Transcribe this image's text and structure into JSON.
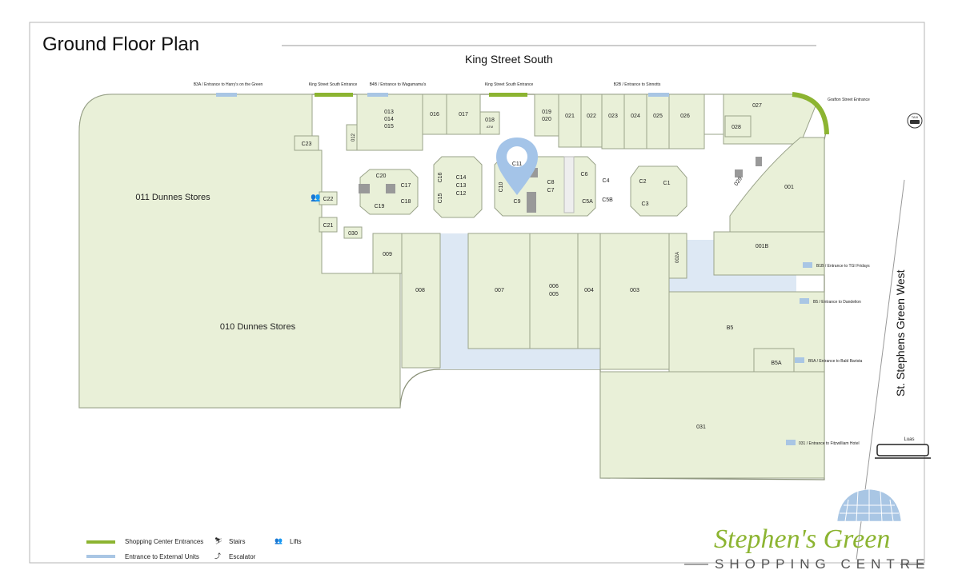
{
  "title": "Ground Floor Plan",
  "streets": {
    "north": "King Street South",
    "east": "St. Stephens Green West"
  },
  "entrances_top": [
    "B3A / Entrance to Harry's on the Green",
    "King Street South Entrance",
    "B4B / Entrance to Wagamama's",
    "King Street South Entrance",
    "B2B / Entrance to Sinnotts"
  ],
  "entrances_side": {
    "grafton": "Grafton Street Entrance",
    "tgi": "B1B / Entrance to TGI Fridays",
    "dandelion": "B5 / Entrance to Dandelion",
    "bald": "B5A / Entrance to Bald Barista",
    "fitz": "031 / Entrance to Fitzwilliam Hotel",
    "taxi": "TAXI",
    "luas": "Luas"
  },
  "units": {
    "u011": "011 Dunnes Stores",
    "u010": "010 Dunnes Stores",
    "c23": "C23",
    "c22": "C22",
    "c21": "C21",
    "u030": "030",
    "u012": "012",
    "u013": "013",
    "u014": "014",
    "u015": "015",
    "u016": "016",
    "u017": "017",
    "u018": "018",
    "atm": "ATM",
    "u019": "019",
    "u020": "020",
    "u021": "021",
    "u022": "022",
    "u023": "023",
    "u024": "024",
    "u025": "025",
    "u026": "026",
    "u027": "027",
    "u028": "028",
    "u029": "029",
    "c20": "C20",
    "c17": "C17",
    "c19": "C19",
    "c18": "C18",
    "c16": "C16",
    "c15": "C15",
    "c14": "C14",
    "c13": "C13",
    "c12": "C12",
    "c11": "C11",
    "c10": "C10",
    "c9": "C9",
    "c8": "C8",
    "c7": "C7",
    "c6": "C6",
    "c4": "C4",
    "c5a": "C5A",
    "c5b": "C5B",
    "c2": "C2",
    "c1": "C1",
    "c3": "C3",
    "u001": "001",
    "u001b": "001B",
    "u002a": "002A",
    "u003": "003",
    "u004": "004",
    "u005": "005",
    "u006": "006",
    "u007": "007",
    "u008": "008",
    "u009": "009",
    "b5": "B5",
    "b5a": "B5A",
    "u031": "031"
  },
  "legend": {
    "shopping_entrances": "Shopping Center Entrances",
    "external_units": "Entrance to External Units",
    "stairs": "Stairs",
    "escalator": "Escalator",
    "lifts": "Lifts"
  },
  "logo": {
    "name": "Stephen's Green",
    "sub": "SHOPPING CENTRE"
  },
  "colors": {
    "unit_fill": "#e9f0d8",
    "unit_stroke": "#9aa38a",
    "mall_fill": "#ffffff",
    "void_fill": "#dde8f4",
    "entrance_green": "#8cb431",
    "entrance_blue": "#a9c6e4",
    "marker": "#a4c4e8"
  }
}
